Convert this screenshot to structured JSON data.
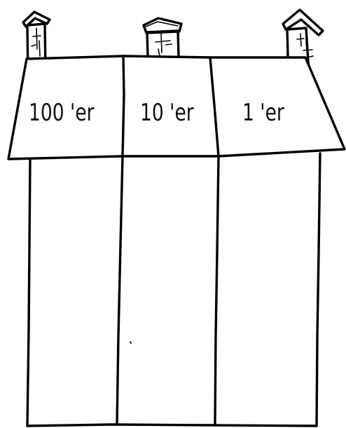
{
  "colors": {
    "ink": "#000000",
    "paper": "#ffffff"
  },
  "roof": {
    "columns": [
      {
        "label": "100 'er"
      },
      {
        "label": "10 'er"
      },
      {
        "label": "1 'er"
      }
    ]
  },
  "house": {
    "chimney_count": 3,
    "column_count": 3
  }
}
